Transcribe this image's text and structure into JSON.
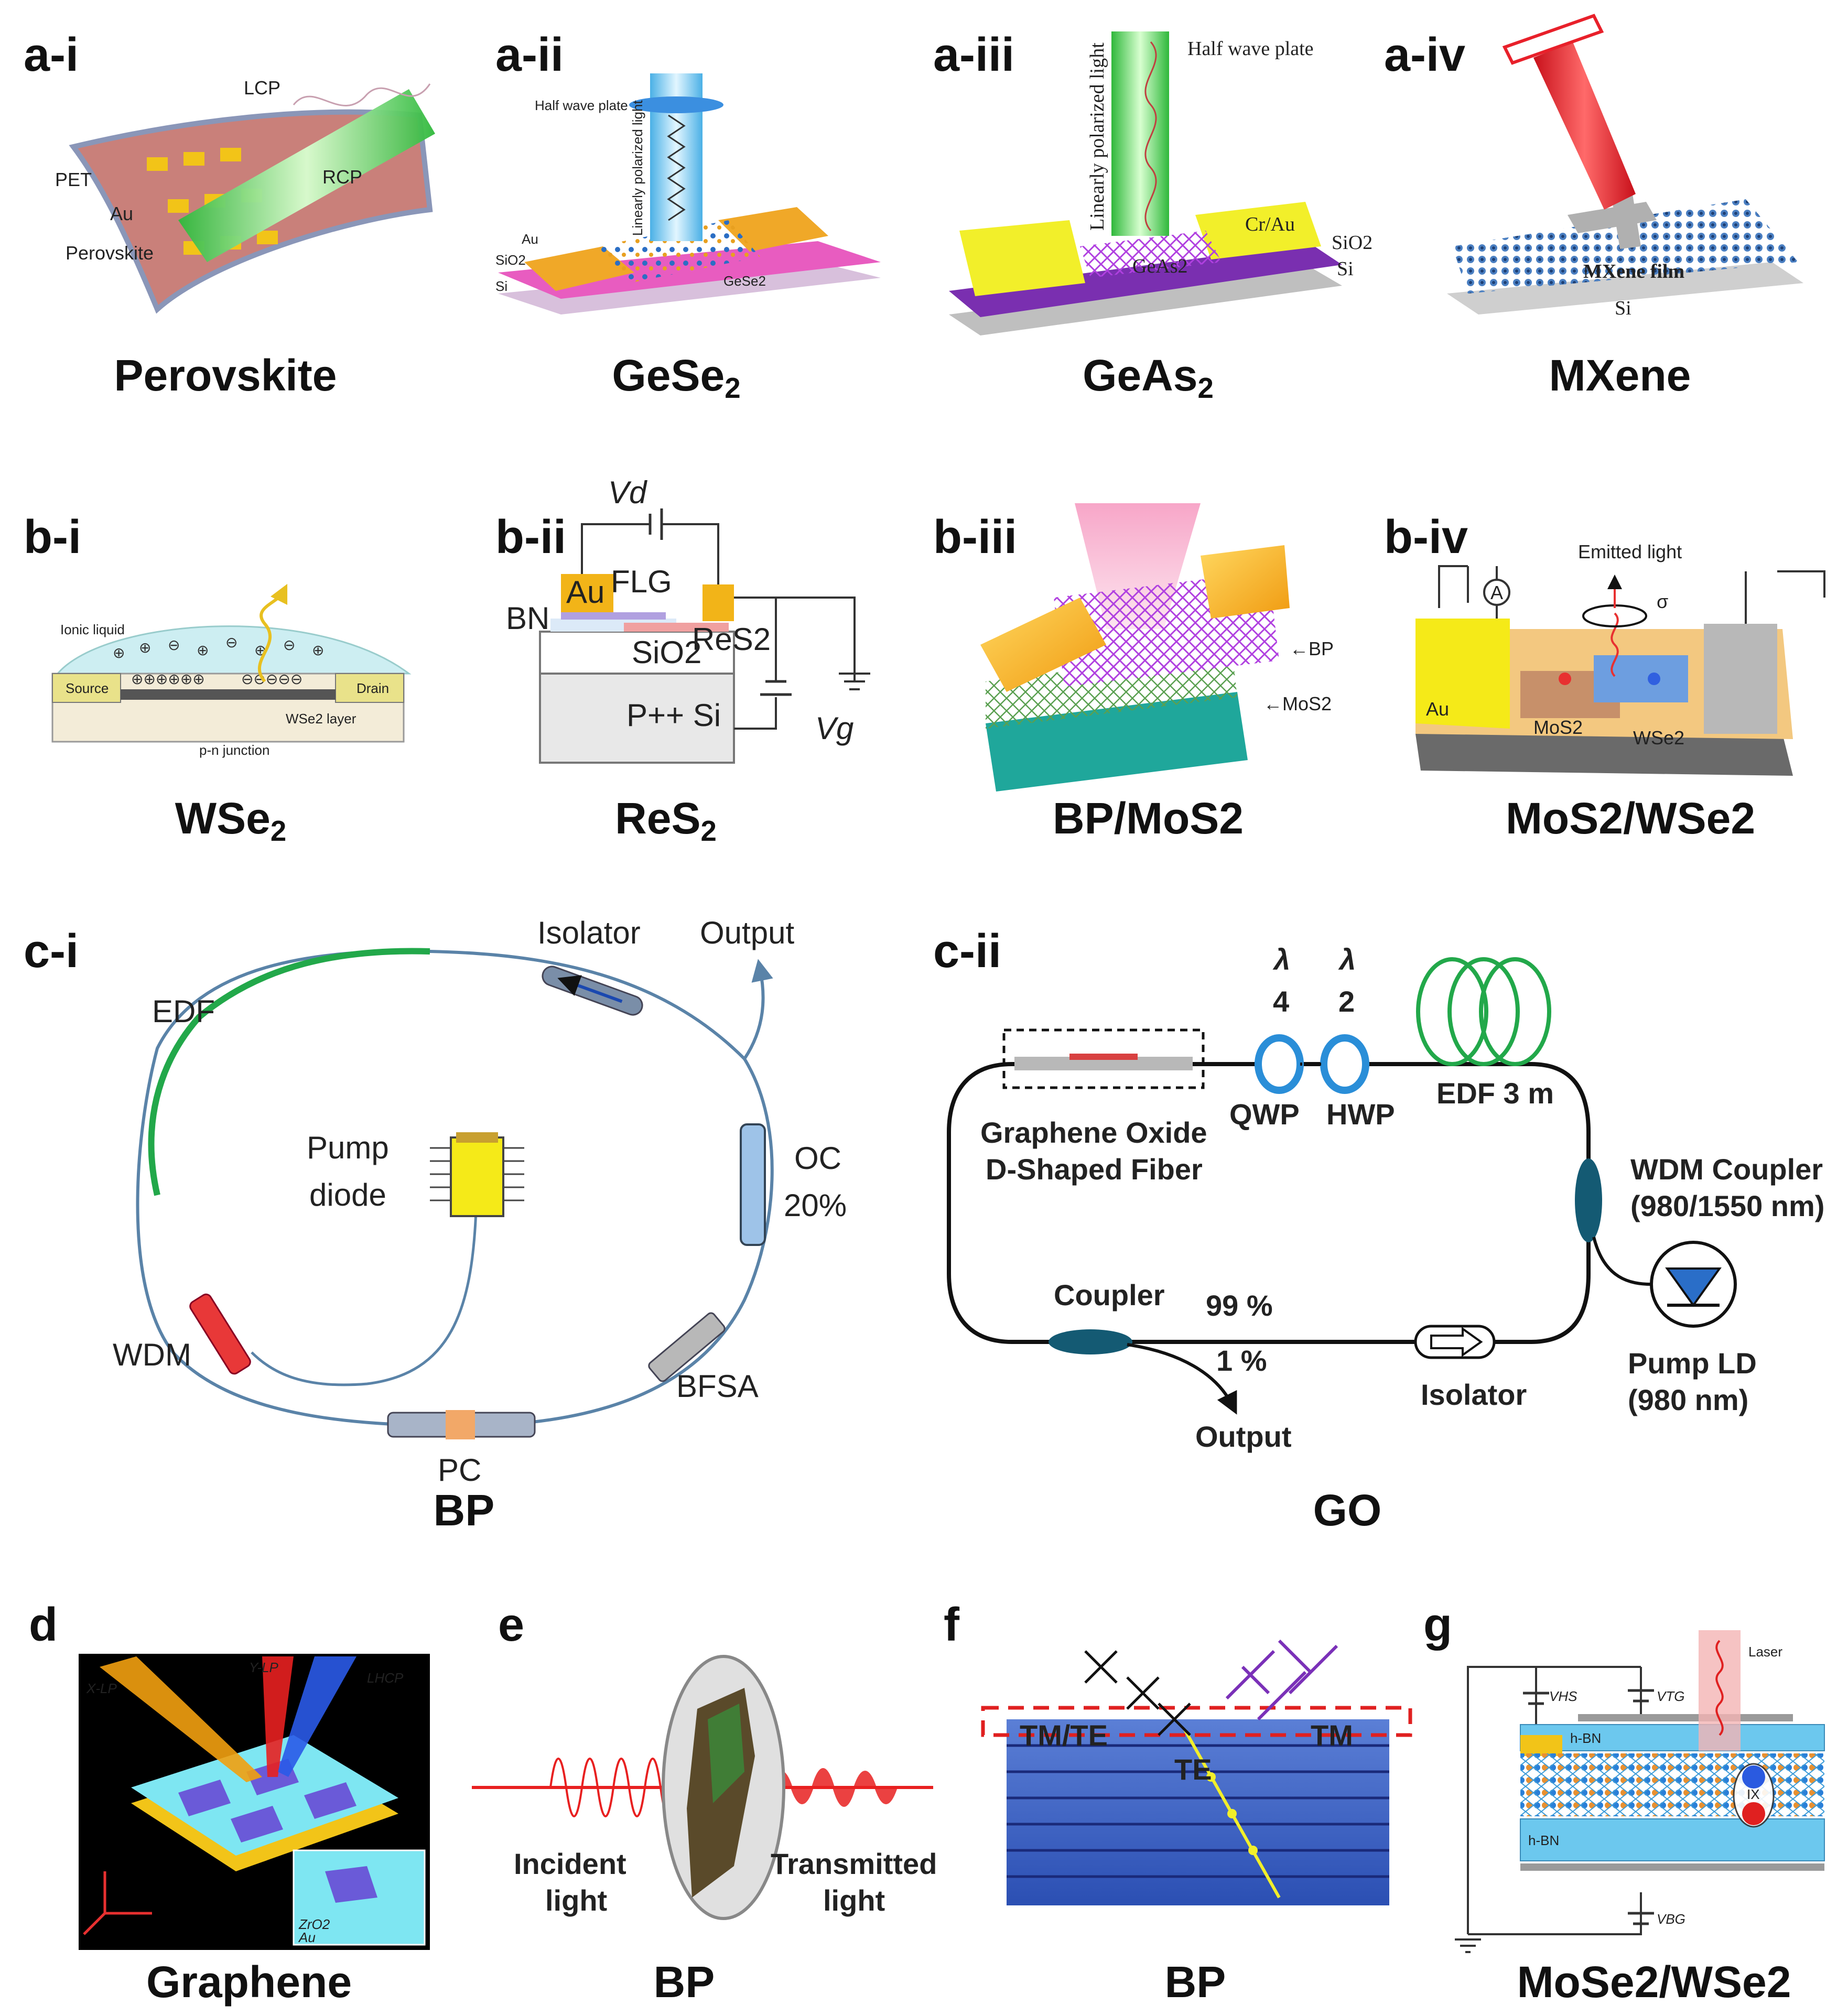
{
  "panels": {
    "ai": {
      "tag": "a-i",
      "caption": "Perovskite",
      "labels": {
        "lcp": "LCP",
        "rcp": "RCP",
        "pet": "PET",
        "au": "Au",
        "perovskite": "Perovskite"
      }
    },
    "aii": {
      "tag": "a-ii",
      "caption_base": "GeSe",
      "caption_sub": "2",
      "labels": {
        "hwp": "Half wave plate",
        "lpl": "Linearly polarized light",
        "au": "Au",
        "sio2": "SiO2",
        "si": "Si",
        "gese2": "GeSe2"
      }
    },
    "aiii": {
      "tag": "a-iii",
      "caption_base": "GeAs",
      "caption_sub": "2",
      "labels": {
        "hwp": "Half wave plate",
        "lpl": "Linearly polarized light",
        "crau": "Cr/Au",
        "sio2": "SiO2",
        "si": "Si",
        "geas2": "GeAs2"
      }
    },
    "aiv": {
      "tag": "a-iv",
      "caption": "MXene",
      "labels": {
        "film": "MXene film",
        "si": "Si"
      }
    },
    "bi": {
      "tag": "b-i",
      "caption_base": "WSe",
      "caption_sub": "2",
      "labels": {
        "ionic": "Ionic liquid",
        "source": "Source",
        "drain": "Drain",
        "layer": "WSe2 layer",
        "pn": "p-n junction"
      }
    },
    "bii": {
      "tag": "b-ii",
      "caption_base": "ReS",
      "caption_sub": "2",
      "labels": {
        "vd": "Vd",
        "au": "Au",
        "flg": "FLG",
        "bn": "BN",
        "sio2": "SiO2",
        "res2": "ReS2",
        "psi": "P++ Si",
        "vg": "Vg"
      }
    },
    "biii": {
      "tag": "b-iii",
      "caption": "BP/MoS2",
      "labels": {
        "bp": "←BP",
        "mos2": "←MoS2"
      }
    },
    "biv": {
      "tag": "b-iv",
      "caption": "MoS2/WSe2",
      "labels": {
        "emitted": "Emitted light",
        "sigma": "σ",
        "au": "Au",
        "mos2": "MoS2",
        "wse2": "WSe2",
        "ammeter": "A"
      }
    },
    "ci": {
      "tag": "c-i",
      "caption": "BP",
      "labels": {
        "isolator": "Isolator",
        "output": "Output",
        "edf": "EDF",
        "pump1": "Pump",
        "pump2": "diode",
        "oc1": "OC",
        "oc2": "20%",
        "wdm": "WDM",
        "bfsa": "BFSA",
        "pc": "PC"
      }
    },
    "cii": {
      "tag": "c-ii",
      "caption": "GO",
      "labels": {
        "go1": "Graphene Oxide",
        "go2": "D-Shaped Fiber",
        "qwp": "QWP",
        "hwp": "HWP",
        "lam": "λ",
        "four": "4",
        "two": "2",
        "edf": "EDF 3 m",
        "wdm1": "WDM Coupler",
        "wdm2": "(980/1550 nm)",
        "pump1": "Pump LD",
        "pump2": "(980 nm)",
        "coupler": "Coupler",
        "p99": "99 %",
        "p1": "1 %",
        "output": "Output",
        "isolator": "Isolator"
      }
    },
    "d": {
      "tag": "d",
      "caption": "Graphene",
      "labels": {
        "xlp": "X-LP",
        "ylp": "Y-LP",
        "lhcp": "LHCP",
        "zro2": "ZrO2",
        "au": "Au"
      }
    },
    "e": {
      "tag": "e",
      "caption": "BP",
      "labels": {
        "inc1": "Incident",
        "inc2": "light",
        "tr1": "Transmitted",
        "tr2": "light"
      }
    },
    "f": {
      "tag": "f",
      "caption": "BP",
      "labels": {
        "tmte": "TM/TE",
        "tm": "TM",
        "te": "TE"
      }
    },
    "g": {
      "tag": "g",
      "caption": "MoSe2/WSe2",
      "labels": {
        "vhs": "VHS",
        "vtg": "VTG",
        "vbg": "VBG",
        "hbn1": "h-BN",
        "hbn2": "h-BN",
        "laser": "Laser",
        "ix": "IX"
      }
    }
  },
  "colors": {
    "ring": "#5a83a8",
    "edf": "#22a84a",
    "beam_green": "#3fd24a",
    "beam_blue": "#6cc6f0",
    "beam_red": "#e8202a",
    "gold": "#f2c418",
    "pink": "#e86ac8",
    "purple": "#7a30b8",
    "teal": "#1fa79b"
  }
}
